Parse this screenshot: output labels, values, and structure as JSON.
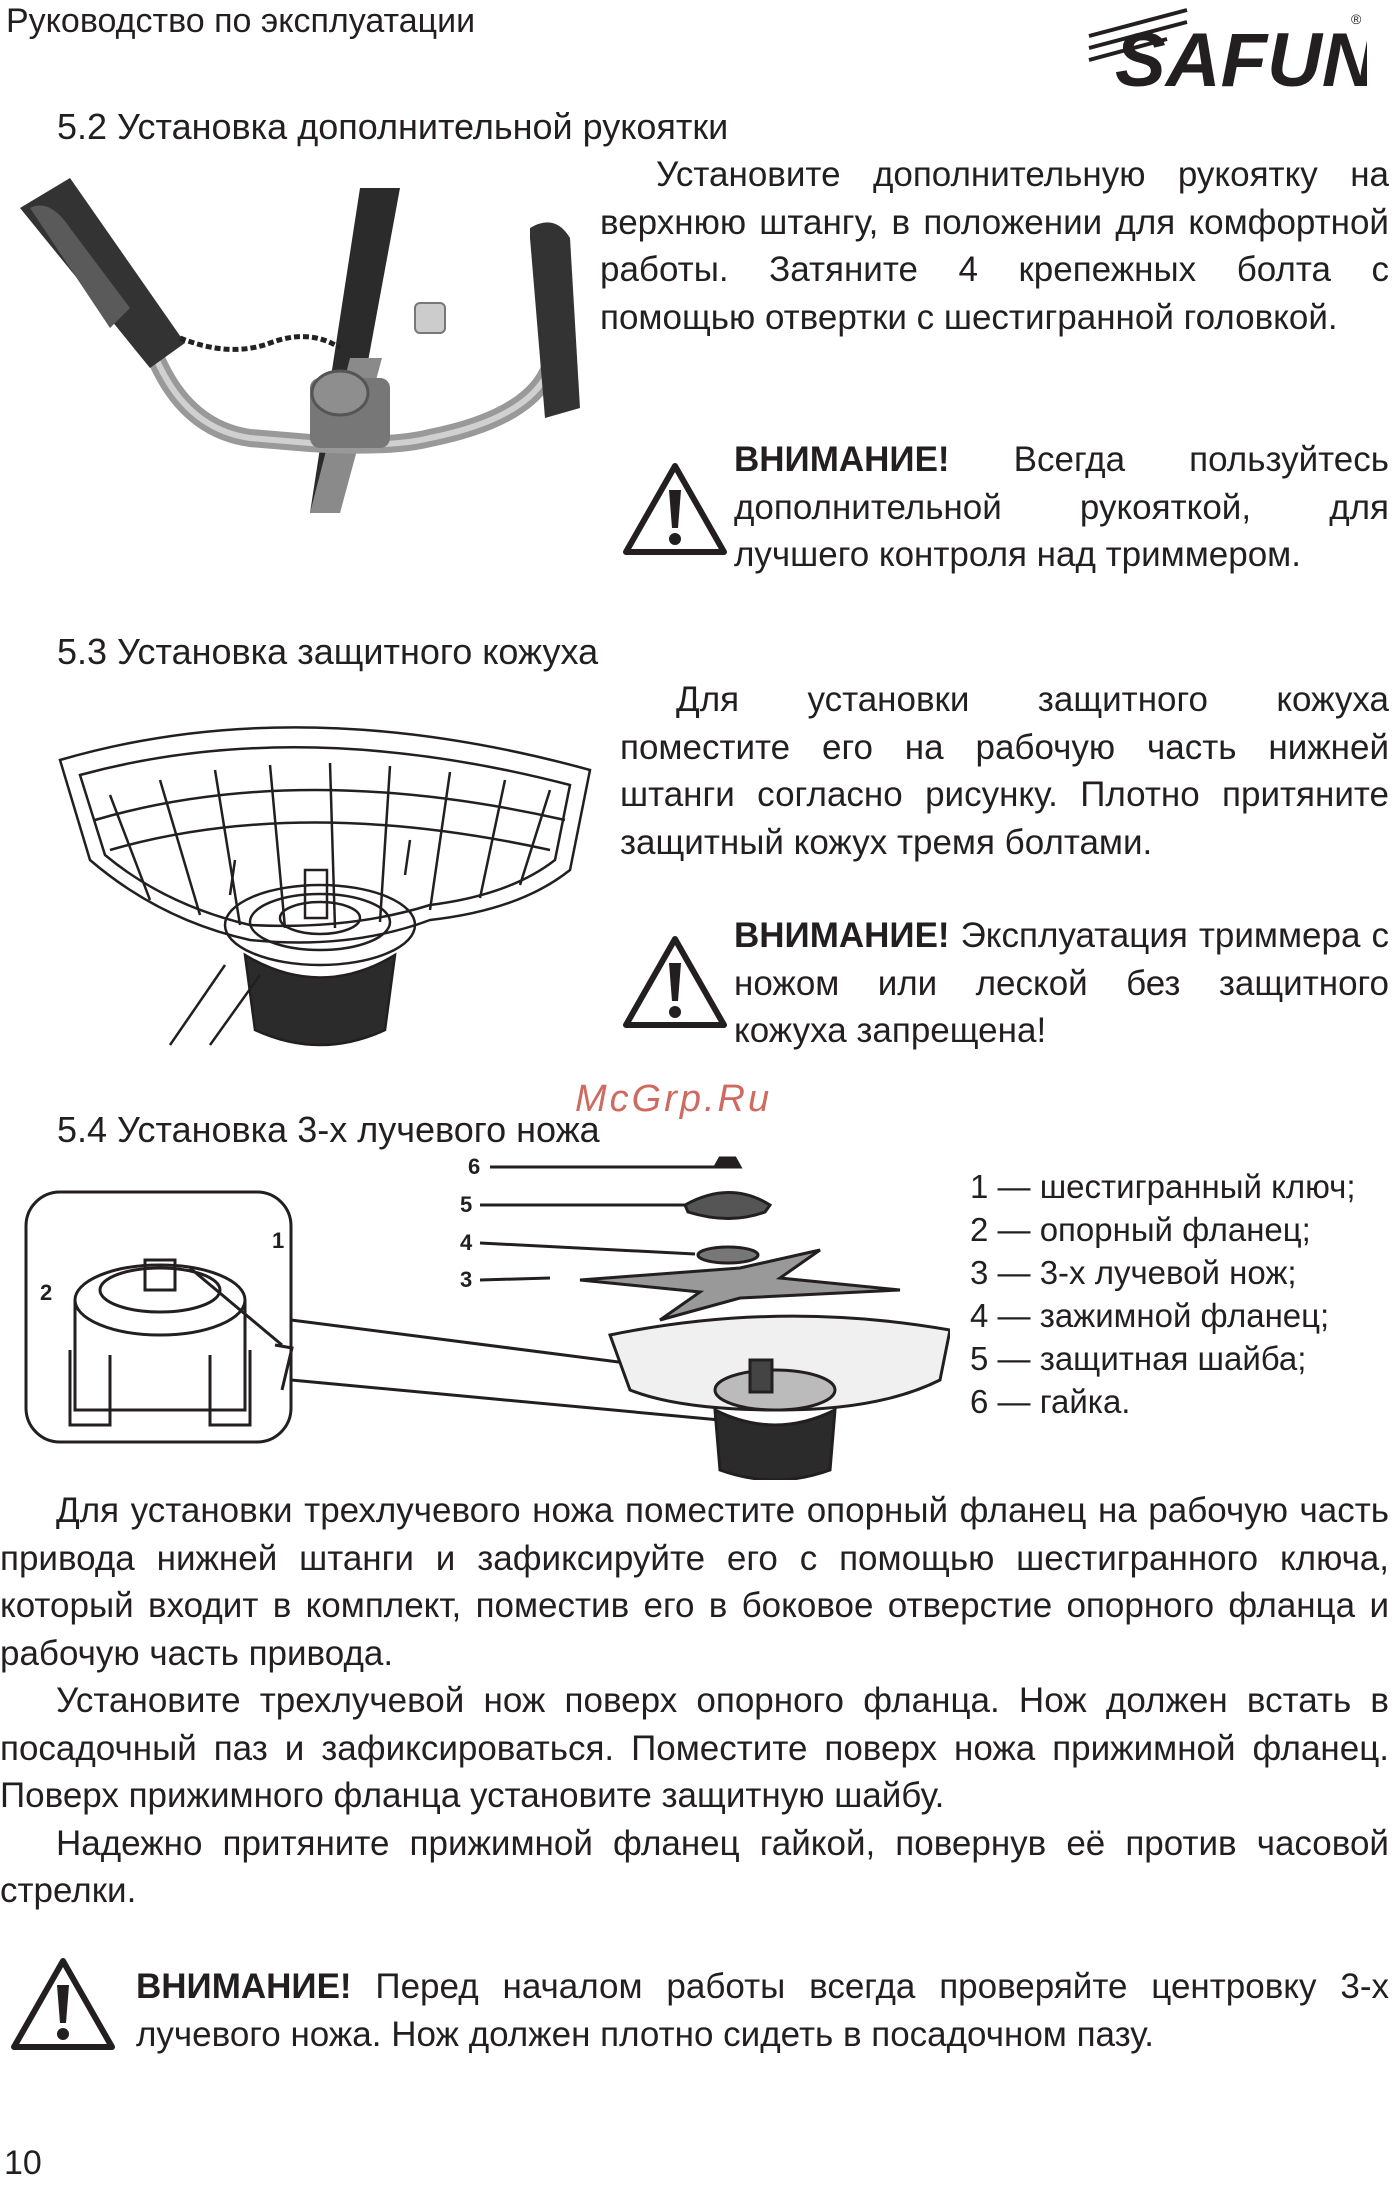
{
  "header": {
    "title": "Руководство по эксплуатации",
    "brand": "SAFUN",
    "brand_mark": "®"
  },
  "watermark": "McGrp.Ru",
  "sections": {
    "s52": {
      "heading": "5.2 Установка дополнительной рукоятки",
      "text": "Установите дополнительную рукоятку на верхнюю штангу, в положении для комфортной работы. Затяните 4 крепежных болта с помощью отвертки с шестигранной головкой.",
      "warn_label": "ВНИМАНИЕ!",
      "warn_text": " Всегда пользуйтесь дополнительной рукояткой, для лучшего контроля над триммером."
    },
    "s53": {
      "heading": "5.3 Установка защитного кожуха",
      "text": "Для установки защитного кожуха поместите его на рабочую часть нижней штанги согласно рисунку. Плотно притяните защитный кожух тремя болтами.",
      "warn_label": "ВНИМАНИЕ!",
      "warn_text": " Эксплуатация триммера с ножом или леской без защитного кожуха запрещена!"
    },
    "s54": {
      "heading": "5.4 Установка 3-х лучевого ножа",
      "fig_labels": [
        "1",
        "2",
        "3",
        "4",
        "5",
        "6"
      ],
      "legend": [
        "1 — шестигранный ключ;",
        "2 — опорный фланец;",
        "3 — 3-х лучевой нож;",
        "4 — зажимной фланец;",
        "5 — защитная шайба;",
        "6 — гайка."
      ],
      "paragraphs": [
        "Для установки трехлучевого ножа поместите опорный фланец на рабочую часть привода нижней штанги и зафиксируйте его с помощью шестигранного ключа, который входит в комплект, поместив его в боковое отверстие опорного фланца и рабочую часть привода.",
        "Установите трехлучевой нож поверх опорного фланца. Нож должен встать в посадочный паз и зафиксироваться. Поместите поверх ножа прижимной фланец. Поверх прижимного фланца установите защитную шайбу.",
        "Надежно притяните прижимной фланец гайкой, повернув её против часовой стрелки."
      ],
      "warn_label": "ВНИМАНИЕ!",
      "warn_text": " Перед началом работы всегда проверяйте центровку 3-х лучевого ножа. Нож должен плотно сидеть в посадочном пазу."
    }
  },
  "page_number": "10"
}
